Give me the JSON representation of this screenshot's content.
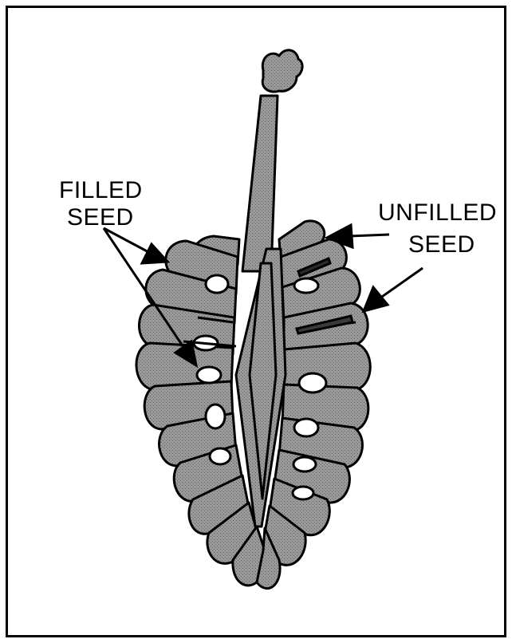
{
  "labels": {
    "filled_line1": "FILLED",
    "filled_line2": "SEED",
    "unfilled_line1": "UNFILLED",
    "unfilled_line2": "SEED"
  },
  "colors": {
    "ink": "#000000",
    "tissue": "#8f8f8f",
    "seed": "#ffffff",
    "background": "#ffffff"
  }
}
